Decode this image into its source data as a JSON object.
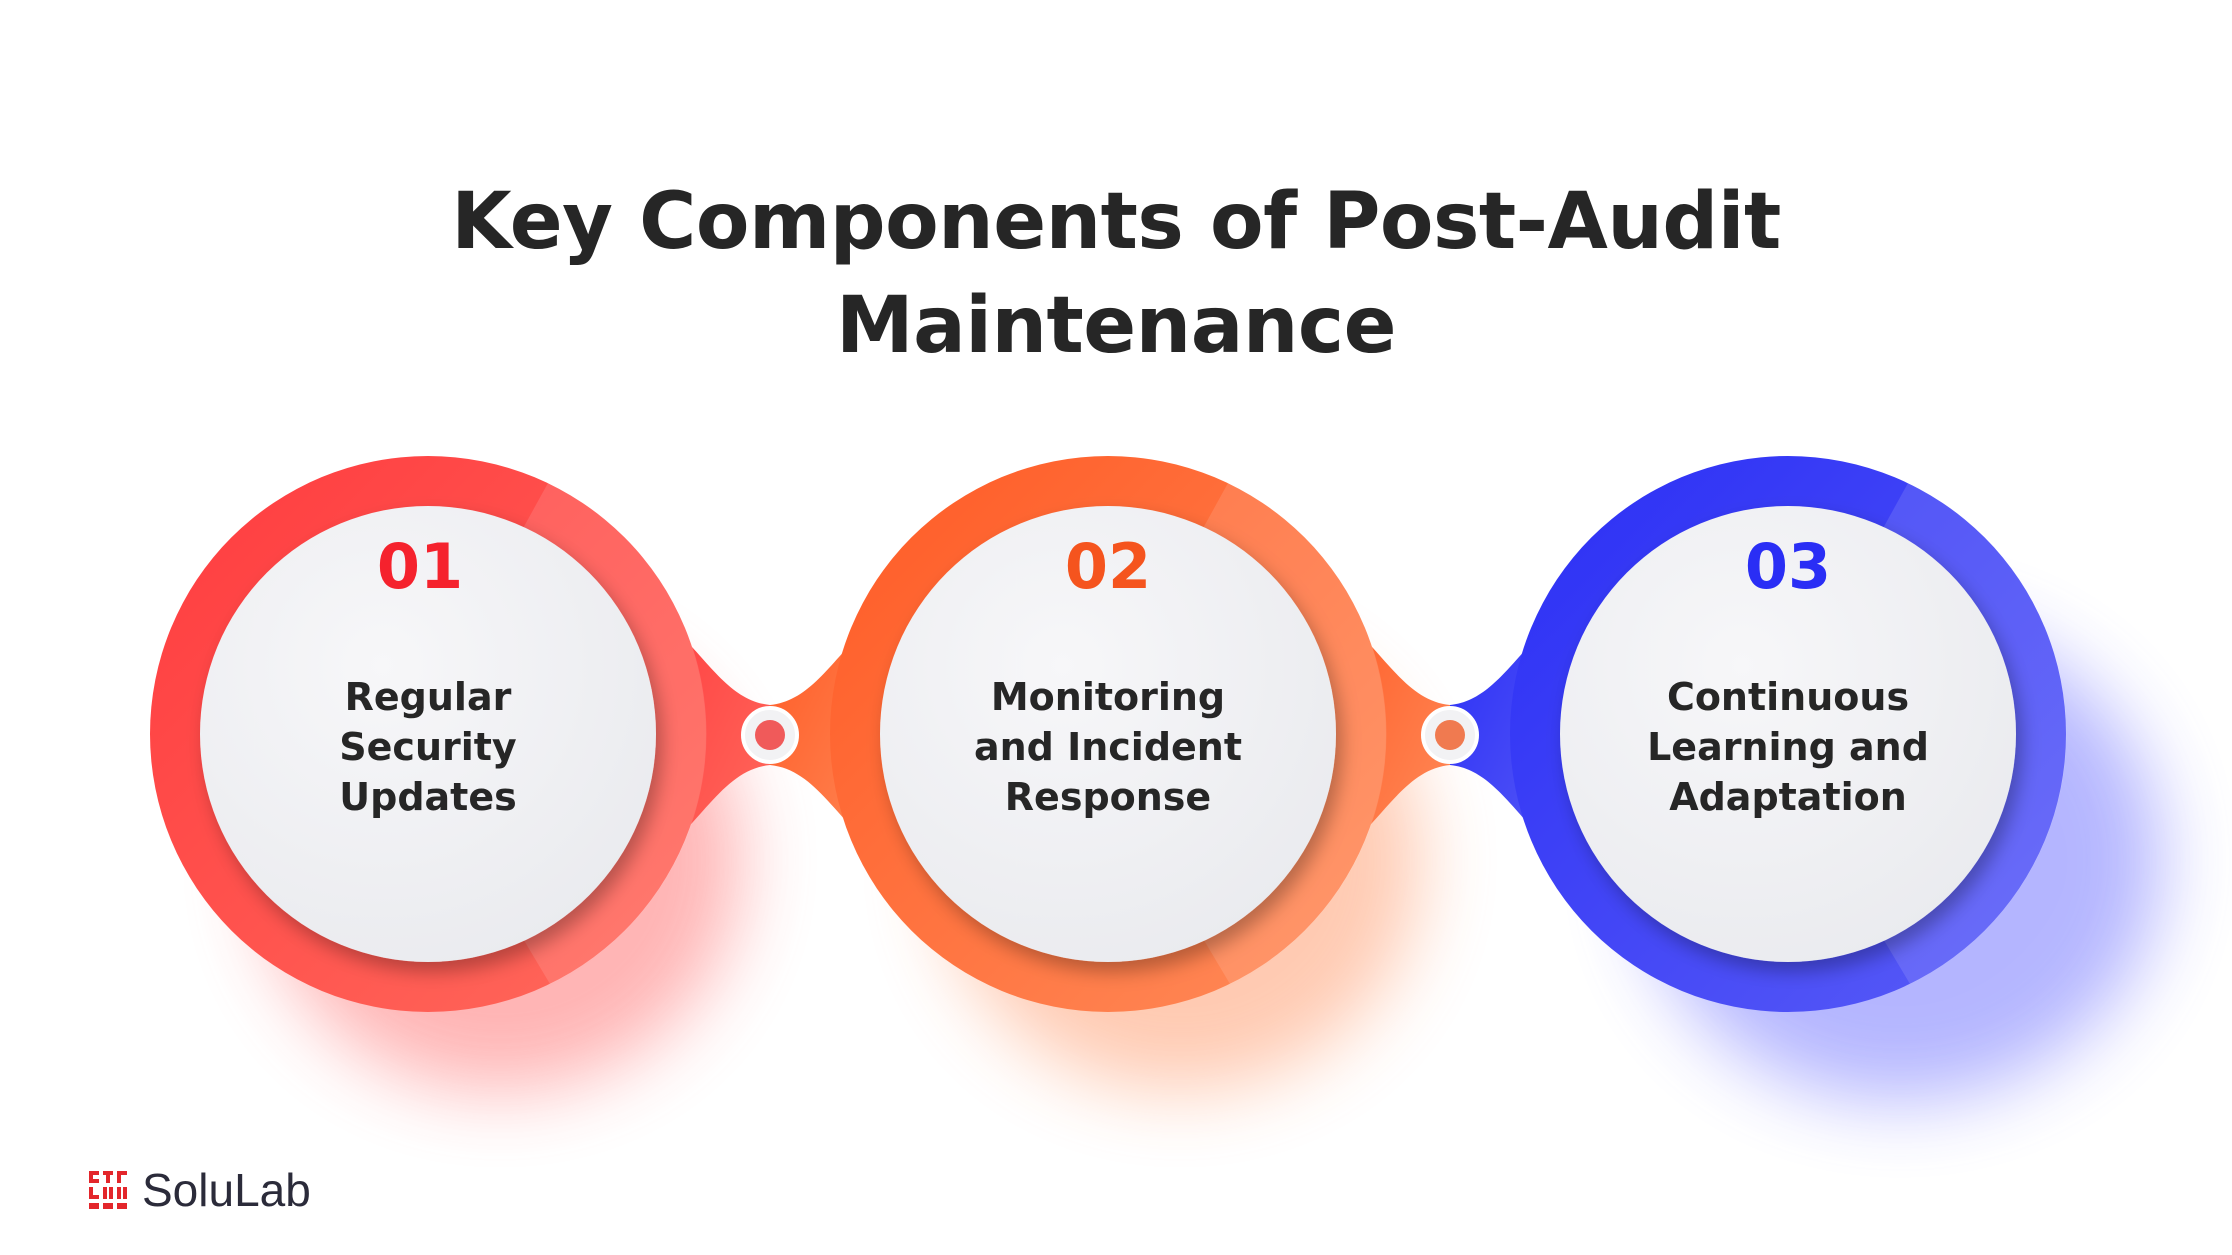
{
  "title": {
    "line1": "Key Components of Post-Audit",
    "line2": "Maintenance"
  },
  "steps": [
    {
      "number": "01",
      "label": "Regular\nSecurity\nUpdates",
      "color": "#f5222d"
    },
    {
      "number": "02",
      "label": "Monitoring\nand Incident\nResponse",
      "color": "#f5541e"
    },
    {
      "number": "03",
      "label": "Continuous\nLearning and\nAdaptation",
      "color": "#2a2ef5"
    }
  ],
  "colors": {
    "red": "#ff4d4f",
    "orange": "#ff7a3d",
    "blue": "#3b3ff5",
    "title": "#262626",
    "inner_fill": "#f1f2f4"
  },
  "logo": {
    "text": "SoluLab",
    "icon": "solulab-logo-icon"
  }
}
